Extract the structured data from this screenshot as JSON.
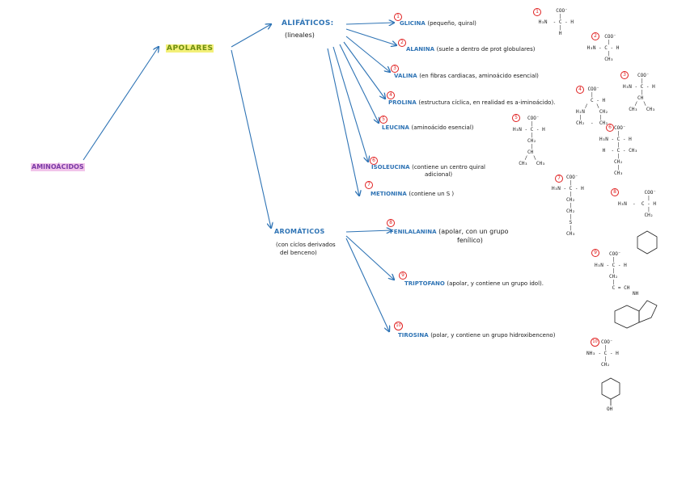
{
  "root": {
    "label": "AMINOÁCIDOS"
  },
  "apolares": {
    "label": "APOLARES"
  },
  "alifaticos": {
    "label": "ALIFÁTICOS:",
    "sub": "(lineales)"
  },
  "aromaticos": {
    "label": "AROMÁTICOS",
    "sub_line1": "(con cíclos derivados",
    "sub_line2": "del benceno)"
  },
  "amino_acids": [
    {
      "num": "1",
      "name": "GLICINA",
      "desc": "(pequeño, quiral)"
    },
    {
      "num": "2",
      "name": "ALANINA",
      "desc": "(suele a dentro de prot globulares)"
    },
    {
      "num": "3",
      "name": "VALINA",
      "desc": "(en fibras cardiacas, aminoácido esencial)"
    },
    {
      "num": "4",
      "name": "PROLINA",
      "desc": "(estructura cíclica, en realidad es a-iminoácido)."
    },
    {
      "num": "5",
      "name": "LEUCINA",
      "desc": "(aminoácido esencial)"
    },
    {
      "num": "6",
      "name": "ISOLEUCINA",
      "desc_line1": "(contiene un centro quiral",
      "desc_line2": "adicional)"
    },
    {
      "num": "7",
      "name": "METIONINA",
      "desc": "(contiene un S )"
    },
    {
      "num": "8",
      "name": "FENILALANINA",
      "desc_line1": "(apolar, con un grupo",
      "desc_line2": "fenílico)"
    },
    {
      "num": "9",
      "name": "TRIPTOFANO",
      "desc": "(apolar, y contiene un grupo idol)."
    },
    {
      "num": "10",
      "name": "TIROSINA",
      "desc": "(polar, y contiene un grupo hidroxibenceno)"
    }
  ],
  "structures": {
    "s1": {
      "num": "1",
      "text": "       COO⁻\n        |\n H₃N  - C - H\n        |\n        H"
    },
    "s2": {
      "num": "2",
      "text": "       COO⁻\n        |\n H₃N - C - H\n        |\n       CH₃"
    },
    "s3": {
      "num": "3",
      "text": "     COO⁻\n      |\nH₃N - C - H\n      |\n     CH\n    /  \\\n  CH₃   CH₃"
    },
    "s4": {
      "num": "4",
      "text": "    COO⁻\n     |\n     C - H\n   /   \\\nH₂N     CH₂\n |      |\nCH₂  -  CH₂"
    },
    "s5": {
      "num": "5",
      "text": "     COO⁻\n      |\nH₃N - C - H\n      |\n     CH₂\n      |\n     CH\n    /  \\\n  CH₃   CH₃"
    },
    "s6": {
      "num": "6",
      "text": "     COO⁻\n      |\nH₃N - C - H\n      |\n H  - C - CH₃\n      |\n     CH₂\n      |\n     CH₃"
    },
    "s7": {
      "num": "7",
      "text": "     COO⁻\n      |\nH₃N - C - H\n      |\n     CH₂\n      |\n     CH₂\n      |\n      S\n      |\n     CH₃"
    },
    "s8": {
      "num": "8",
      "text": "         COO⁻\n          |\nH₃N  -  C - H\n          |\n         CH₂"
    },
    "s9": {
      "num": "9",
      "text": "     COO⁻\n      |\nH₃N - C - H\n      |\n     CH₂\n      |\n      C = CH\n             NH"
    },
    "s10": {
      "num": "10",
      "text": "     COO⁻\n      |\nNH₃ - C - H\n      |\n     CH₂"
    },
    "oh": "OH"
  },
  "colors": {
    "arrow": "#2f74b5",
    "badge": "#e02020",
    "category": "#2f74b5",
    "apolar_bg": "#f3f079",
    "root_bg": "#f2c4ea"
  }
}
